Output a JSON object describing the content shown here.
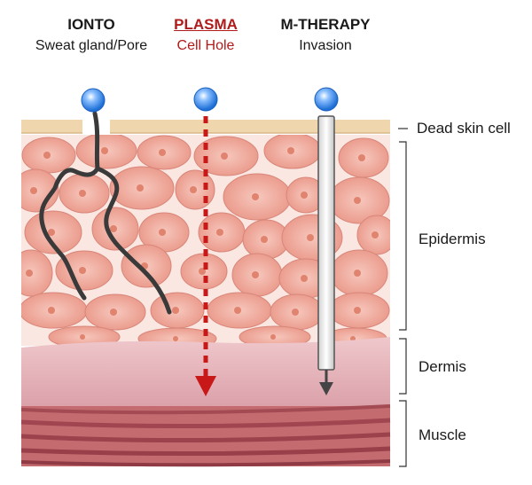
{
  "headers": [
    {
      "title": "IONTO",
      "subtitle": "Sweat gland/Pore",
      "color": "#1a1a1a"
    },
    {
      "title": "PLASMA",
      "subtitle": "Cell Hole",
      "color": "#b01b1b"
    },
    {
      "title": "M-THERAPY",
      "subtitle": "Invasion",
      "color": "#1a1a1a"
    }
  ],
  "layers": [
    {
      "label": "Dead skin cell"
    },
    {
      "label": "Epidermis"
    },
    {
      "label": "Dermis"
    },
    {
      "label": "Muscle"
    }
  ],
  "colors": {
    "dead_skin": "#efd6ad",
    "cell_fill": "#eea79a",
    "nucleus": "#e0836f",
    "dermis": "#e2aab3",
    "muscle": "#b7575d",
    "plasma_arrow": "#c81818",
    "ball": "#2f86e8"
  }
}
